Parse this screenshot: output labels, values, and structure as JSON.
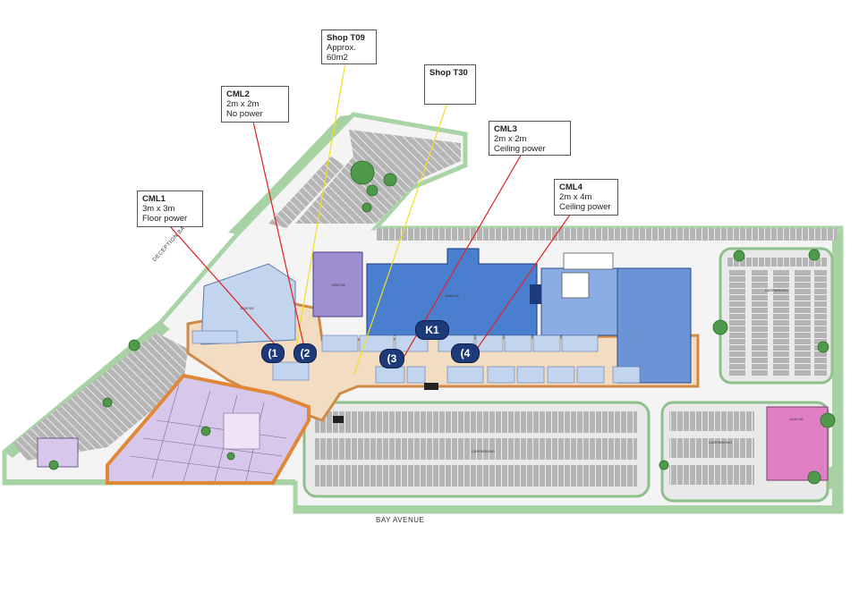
{
  "callouts": [
    {
      "id": "shop-t09",
      "title": "Shop T09",
      "lines": [
        "Approx.",
        "60m2"
      ]
    },
    {
      "id": "shop-t30",
      "title": "Shop T30",
      "lines": []
    },
    {
      "id": "cml2",
      "title": "CML2",
      "lines": [
        "2m x 2m",
        "No power"
      ]
    },
    {
      "id": "cml3",
      "title": "CML3",
      "lines": [
        "2m x 2m",
        "Ceiling power"
      ]
    },
    {
      "id": "cml1",
      "title": "CML1",
      "lines": [
        "3m x 3m",
        "Floor power"
      ]
    },
    {
      "id": "cml4",
      "title": "CML4",
      "lines": [
        "2m x 4m",
        "Ceiling power"
      ]
    }
  ],
  "markers": [
    {
      "id": "1",
      "label": "(1"
    },
    {
      "id": "2",
      "label": "(2"
    },
    {
      "id": "3",
      "label": "(3"
    },
    {
      "id": "k1",
      "label": "K1"
    },
    {
      "id": "4",
      "label": "(4"
    }
  ],
  "roads": {
    "bottom": "BAY AVENUE",
    "diagonal": "DECEPTION BAY ROAD"
  },
  "colors": {
    "supermarket": "#4a7fd0",
    "major_store": "#8aaee4",
    "purple_store": "#9c8ed0",
    "pink_store": "#e080c4",
    "light_store": "#c2d4ee",
    "shops_lilac": "#d7c7ea",
    "walkway": "#f2dcc2",
    "mall_border": "#e0a060",
    "carpark": "#9c9c9c",
    "grass": "#9dc89a",
    "marker": "#1d3a7a",
    "leader_red": "#e02020",
    "leader_yellow": "#f0e020"
  }
}
